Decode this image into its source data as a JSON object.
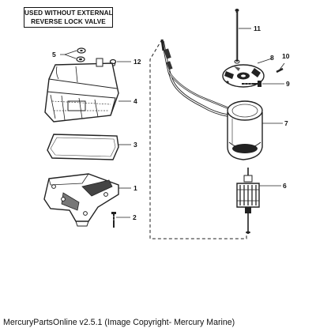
{
  "note": {
    "line1": "USED WITHOUT EXTERNAL",
    "line2": "REVERSE LOCK VALVE"
  },
  "callouts": [
    "11",
    "5",
    "12",
    "8",
    "10",
    "9",
    "4",
    "7",
    "3",
    "1",
    "6",
    "2"
  ],
  "footer": "MercuryPartsOnline v2.5.1 (Image Copyright- Mercury Marine)"
}
